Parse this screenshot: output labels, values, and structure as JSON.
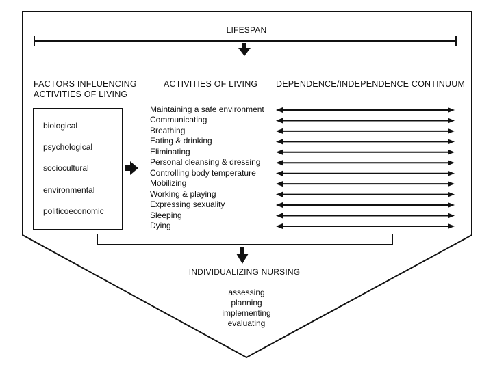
{
  "lifespan": {
    "label": "LIFESPAN"
  },
  "headers": {
    "factors_line1": "FACTORS INFLUENCING",
    "factors_line2": "ACTIVITIES OF LIVING",
    "activities": "ACTIVITIES OF LIVING",
    "continuum": "DEPENDENCE/INDEPENDENCE CONTINUUM"
  },
  "factors": [
    "biological",
    "psychological",
    "sociocultural",
    "environmental",
    "politicoeconomic"
  ],
  "activities": [
    "Maintaining a safe environment",
    "Communicating",
    "Breathing",
    "Eating & drinking",
    "Eliminating",
    "Personal cleansing & dressing",
    "Controlling body temperature",
    "Mobilizing",
    "Working & playing",
    "Expressing sexuality",
    "Sleeping",
    "Dying"
  ],
  "nursing": {
    "title": "INDIVIDUALIZING NURSING",
    "steps": [
      "assessing",
      "planning",
      "implementing",
      "evaluating"
    ]
  }
}
